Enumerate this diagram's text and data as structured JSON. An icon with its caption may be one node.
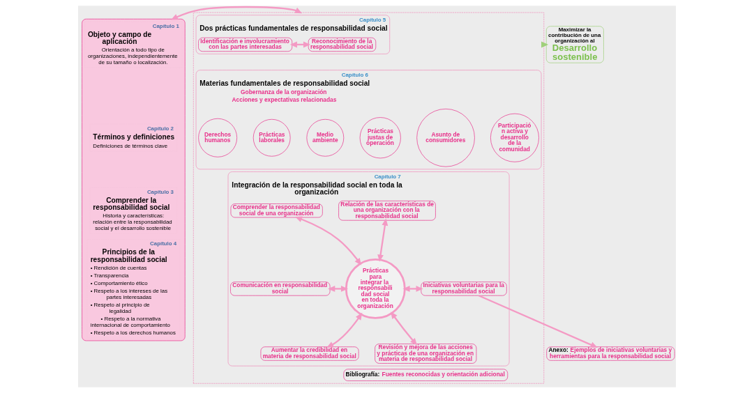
{
  "diagram": {
    "nodes": [
      {
        "text": [],
        "shape": "box"
      },
      {
        "text": [
          "Capítulo 1",
          "Objeto y campo de aplicación",
          "Orientación a todo tipo de organizaciones, independientemente de su tamaño o localización."
        ],
        "in": 0
      },
      {
        "text": [
          "Capítulo 2",
          "Términos y definiciones",
          "Definiciones de términos clave"
        ],
        "in": 0
      },
      {
        "text": [
          "Capítulo 3",
          "Comprender la responsabilidad social",
          "Historia y características: relación entre la responsabilidad social y el desarrollo sostenible"
        ],
        "in": 0
      },
      {
        "text": [
          "Capítulo 4",
          "Principios de la responsabilidad social",
          "• Rendición de cuentas",
          "• Transparencia",
          "• Comportamiento ético",
          "• Respeto a los intereses de las partes interesadas",
          "• Respeto al principio de legalidad",
          "• Respeto a la normativa internacional de comportamiento",
          "• Respeto a los derechos humanos"
        ],
        "in": 0
      },
      {
        "text": [],
        "shape": "box"
      },
      {
        "text": [
          "Capítulo 5",
          "Dos prácticas fundamentales de responsabilidad social"
        ],
        "in": 5
      },
      {
        "text": [
          "Reconocimiento de la responsabilidad social"
        ],
        "in": 6
      },
      {
        "text": [
          "Identificación e involucramiento con las partes interesadas"
        ],
        "in": 6
      },
      {
        "text": [
          "Capítulo 6",
          "Materias fundamentales de responsabilidad social",
          "Gobernanza de la organización",
          "Acciones y expectativas relacionadas"
        ],
        "in": 5
      },
      {
        "text": [
          "Derechos humanos"
        ],
        "in": 9
      },
      {
        "text": [
          "Prácticas laborales"
        ],
        "in": 9
      },
      {
        "text": [
          "Medio ambiente"
        ],
        "in": 9
      },
      {
        "text": [
          "Prácticas justas de operación"
        ],
        "in": 9
      },
      {
        "text": [
          "Asunto de consumidores"
        ],
        "in": 9
      },
      {
        "text": [
          "Participación activa y desarrollo de la comunidad"
        ],
        "in": 9
      },
      {
        "text": [
          "Capítulo 7",
          "Integración de la responsabilidad social en toda la organización"
        ],
        "in": 5
      },
      {
        "text": [
          "Relación de las características de una organización con la responsabilidad social"
        ],
        "in": 16
      },
      {
        "text": [
          "Comprender la responsabilidad social de una organización"
        ],
        "in": 16
      },
      {
        "text": [
          "Prácticas para integrar la responsabilidad social en toda la organización"
        ],
        "in": 16
      },
      {
        "text": [
          "Comunicación en responsabilidad social"
        ],
        "in": 16
      },
      {
        "text": [
          "Iniciativas voluntarias para la responsabilidad social"
        ],
        "in": 16
      },
      {
        "text": [
          "Revisión y mejora de las acciones y prácticas de una organización en materia de responsabilidad social"
        ],
        "in": 16
      },
      {
        "text": [
          "Aumentar la credibilidad en materia de responsabilidad social"
        ],
        "in": 16
      },
      {
        "text": [
          "Bibliografía:",
          "Fuentes reconocidas y orientación adicional"
        ],
        "in": 5
      },
      {
        "text": [
          "Anexo:",
          "Ejemplos de iniciativas voluntarias y herramientas para la responsabilidad social"
        ]
      },
      {
        "text": [
          "Maximizar la contribución de una organización al",
          "Desarrollo sostenible"
        ]
      }
    ],
    "edges": [
      {
        "from": 0,
        "to": 5,
        "arrow": "both"
      },
      {
        "from": 7,
        "to": 8,
        "arrow": "both"
      },
      {
        "from": 17,
        "to": 19,
        "arrow": "both"
      },
      {
        "from": 18,
        "to": 19,
        "arrow": "both"
      },
      {
        "from": 20,
        "to": 19,
        "arrow": "both"
      },
      {
        "from": 19,
        "to": 21,
        "arrow": "both"
      },
      {
        "from": 22,
        "to": 19,
        "arrow": "both"
      },
      {
        "from": 19,
        "to": 23,
        "arrow": "both"
      },
      {
        "from": 21,
        "to": 25,
        "arrow": "to"
      },
      {
        "from": 5,
        "to": 26,
        "arrow": "to",
        "color": "#9fd07a"
      }
    ]
  }
}
